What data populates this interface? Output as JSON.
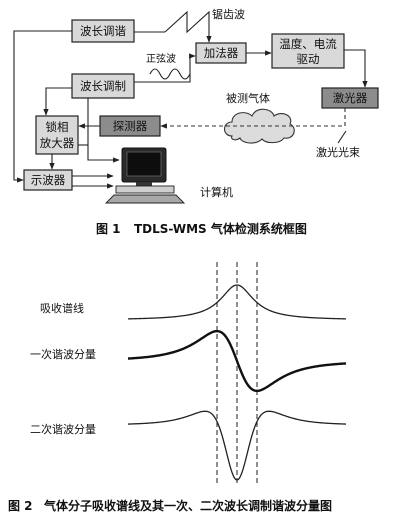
{
  "figure1": {
    "caption_label": "图 1",
    "caption_text": "TDLS-WMS 气体检测系统框图",
    "blocks": {
      "wavelength_tuning": "波长调谐",
      "adder": "加法器",
      "driver_line1": "温度、电流",
      "driver_line2": "驱动",
      "wavelength_modulation": "波长调制",
      "laser": "激光器",
      "detector": "探测器",
      "lockin_line1": "锁相",
      "lockin_line2": "放大器",
      "oscilloscope": "示波器"
    },
    "labels": {
      "sawtooth": "锯齿波",
      "sine": "正弦波",
      "gas": "被测气体",
      "beam": "激光光束",
      "computer": "计算机"
    }
  },
  "figure2": {
    "caption_label": "图 2",
    "caption_text": "气体分子吸收谱线及其一次、二次波长调制谐波分量图",
    "curve_labels": {
      "absorption": "吸收谱线",
      "first_harmonic": "一次谐波分量",
      "second_harmonic": "二次谐波分量"
    }
  },
  "colors": {
    "block_fill": "#d9d9d9",
    "dark_block_fill": "#8c8c8c"
  },
  "icons": [
    "computer-icon",
    "cloud-icon",
    "sawtooth-wave-icon",
    "sine-wave-icon"
  ]
}
